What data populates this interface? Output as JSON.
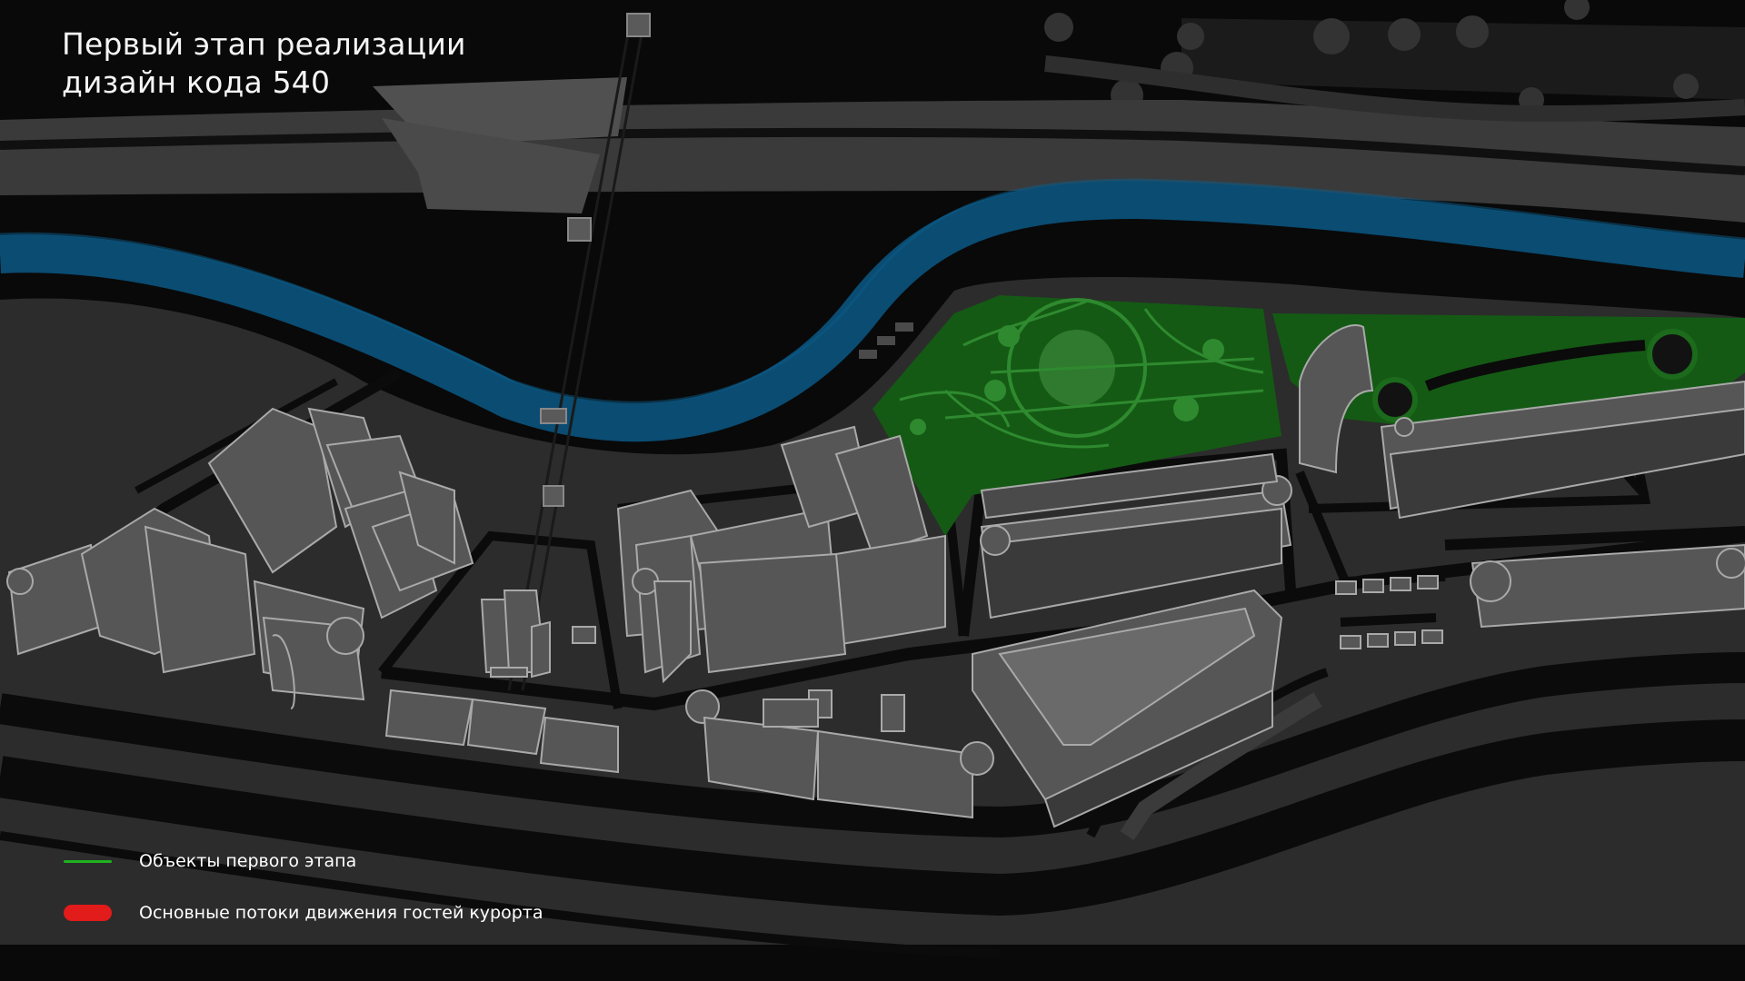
{
  "title": {
    "line1": "Первый этап реализации",
    "line2": "дизайн кода 540"
  },
  "legend": {
    "items": [
      {
        "label": "Объекты первого этапа",
        "color": "#1fb21f",
        "style": "line"
      },
      {
        "label": "Основные потоки движения гостей курорта",
        "color": "#e21b1b",
        "style": "pill"
      }
    ]
  },
  "map": {
    "colors": {
      "background": "#090909",
      "ground": "#2c2c2c",
      "road": "#0b0b0b",
      "river": "#0a4c72",
      "park": "#145a14",
      "park_light": "#1d7a1d",
      "building_roof": "#565656",
      "building_wall": "#3a3a3a",
      "building_stroke": "#a9a9a9"
    }
  }
}
